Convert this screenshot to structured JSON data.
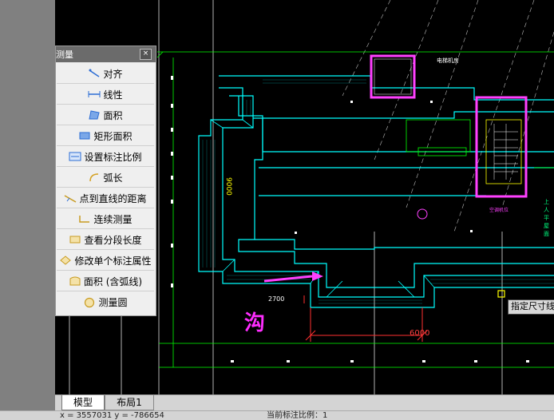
{
  "measure_panel": {
    "title": "测量",
    "close_symbol": "×",
    "tools": [
      {
        "label": "对齐",
        "icon": "align-measure-icon"
      },
      {
        "label": "线性",
        "icon": "linear-measure-icon"
      },
      {
        "label": "面积",
        "icon": "area-measure-icon"
      },
      {
        "label": "矩形面积",
        "icon": "rectangle-area-icon"
      },
      {
        "label": "设置标注比例",
        "icon": "dimension-scale-icon"
      },
      {
        "label": "弧长",
        "icon": "arc-length-icon"
      },
      {
        "label": "点到直线的距离",
        "icon": "point-to-line-icon"
      },
      {
        "label": "连续测量",
        "icon": "continuous-measure-icon"
      },
      {
        "label": "查看分段长度",
        "icon": "segment-length-icon"
      },
      {
        "label": "修改单个标注属性",
        "icon": "edit-dimension-icon"
      },
      {
        "label": "面积 (含弧线)",
        "icon": "arc-area-icon"
      },
      {
        "label": "测量圆",
        "icon": "measure-circle-icon"
      }
    ]
  },
  "tabs": [
    {
      "label": "模型",
      "active": true
    },
    {
      "label": "布局1",
      "active": false
    }
  ],
  "status_bar": {
    "coords": "x = 3557031  y = -786654",
    "scale": "当前标注比例：1"
  },
  "tooltip": "指定尺寸线",
  "drawing": {
    "overlay_char": "沟",
    "room_label": "电梯机房",
    "dimension_main": "6000",
    "dimension_small": "2700",
    "side_dimension": "9000",
    "upper_label": "上人平屋面",
    "purple_label": "空调机位"
  },
  "colors": {
    "wall": "#00ffff",
    "room_frame": "#ff40ff",
    "dimension": "#ff3030",
    "arrow": "#ff40ff",
    "grid": "#ffffff",
    "stair": "#ffff00"
  }
}
